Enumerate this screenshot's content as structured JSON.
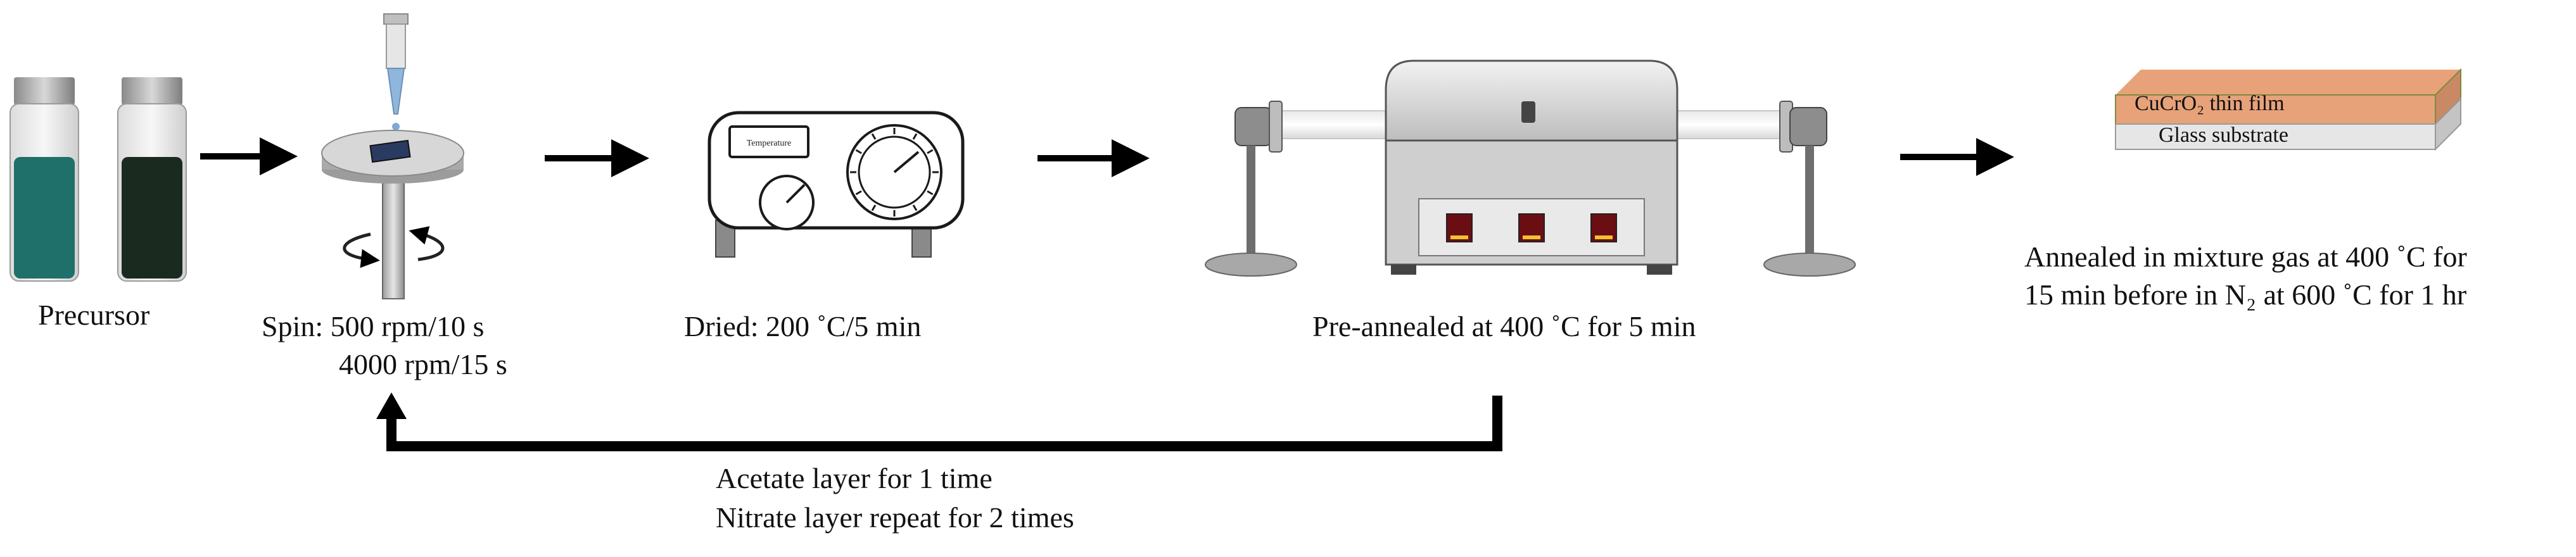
{
  "steps": {
    "precursor": {
      "label": "Precursor"
    },
    "spin": {
      "line1": "Spin: 500 rpm/10 s",
      "line2": "4000 rpm/15 s"
    },
    "dry": {
      "label": "Dried: 200 ˚C/5 min",
      "device_label": "Temperature"
    },
    "preanneal": {
      "label": "Pre-annealed at 400 ˚C for 5 min"
    },
    "final": {
      "film_label": "CuCrO₂ thin film",
      "substrate_label": "Glass substrate",
      "line1": "Annealed in mixture gas at 400 ˚C for",
      "line2": "15 min before in N₂ at 600 ˚C for 1 hr"
    }
  },
  "loop": {
    "line1": "Acetate layer for 1 time",
    "line2": "Nitrate layer repeat for 2 times"
  },
  "colors": {
    "vial_teal": "#1f6f6a",
    "vial_dark": "#1b2a1e",
    "film": "#e7a27a",
    "substrate": "#e6e6e6",
    "arrow": "#000000",
    "furnace_body": "#c9c9c9"
  }
}
